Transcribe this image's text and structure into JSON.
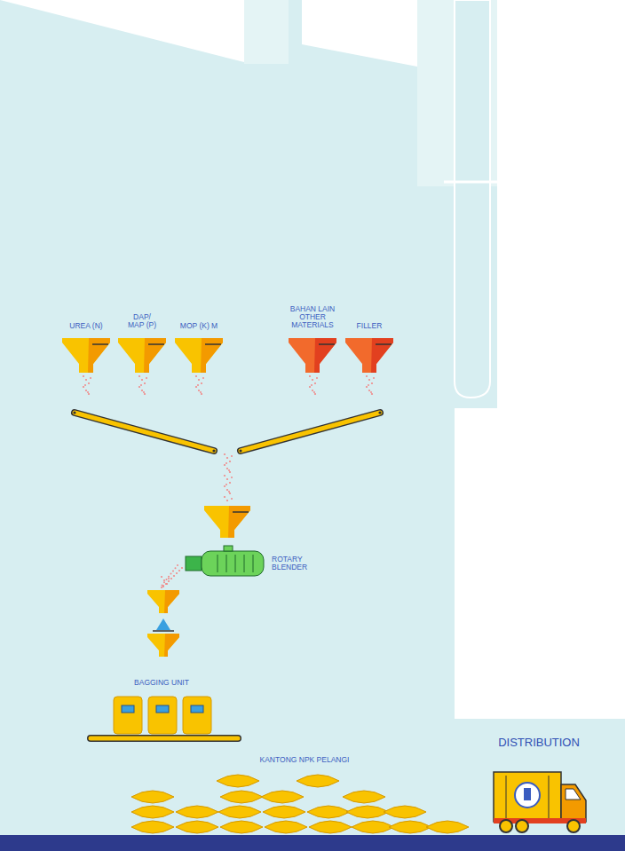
{
  "diagram": {
    "nodes": [
      {
        "text": [
          "UREA (N)"
        ]
      },
      {
        "text": [
          "DAP/ MAP (P)"
        ]
      },
      {
        "text": [
          "MOP (K) M"
        ]
      },
      {
        "text": [
          "BAHAN LAIN OTHER MATERIALS"
        ]
      },
      {
        "text": [
          "FILLER"
        ]
      },
      {
        "text": [
          "ROTARY BLENDER"
        ]
      },
      {
        "text": [
          "BAGGING UNIT"
        ]
      },
      {
        "text": [
          "KANTONG NPK PELANGI"
        ]
      },
      {
        "text": [
          "DISTRIBUTION"
        ]
      }
    ]
  }
}
